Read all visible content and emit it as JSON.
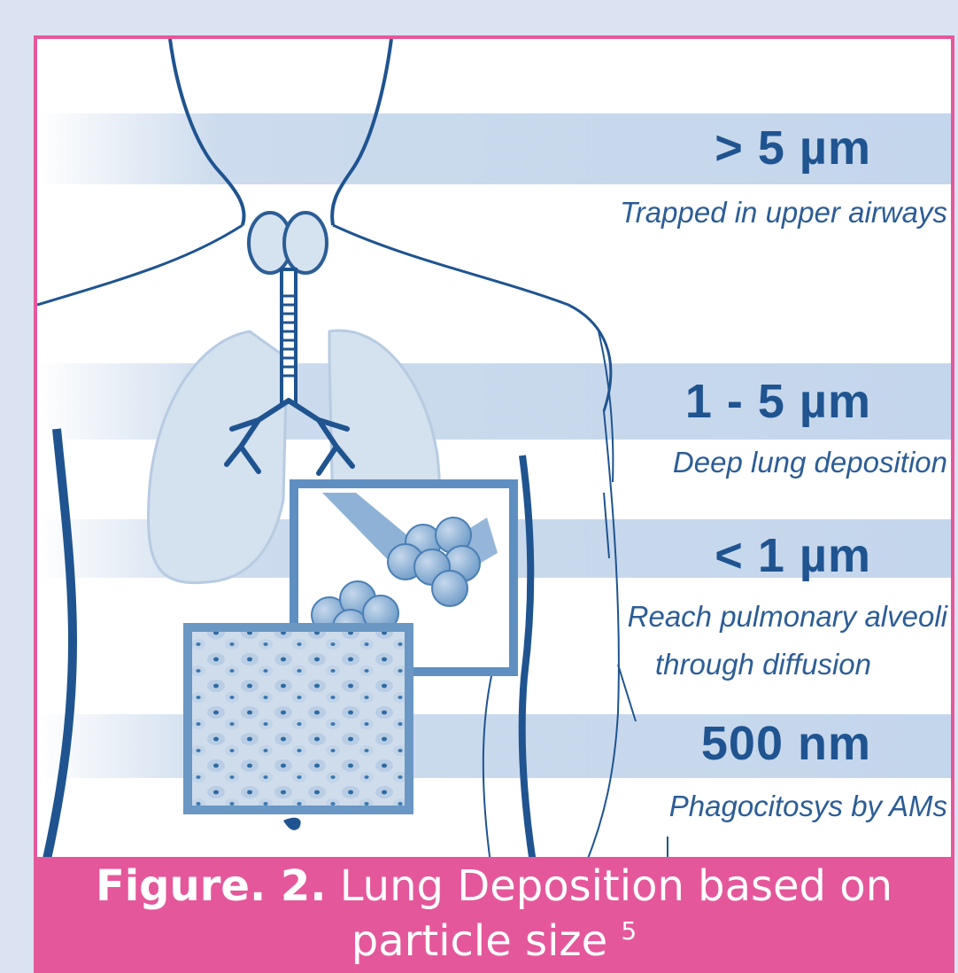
{
  "bands": [
    {
      "size": "> 5 µm",
      "description": [
        "Trapped in upper airways"
      ]
    },
    {
      "size": "1 - 5 µm",
      "description": [
        "Deep lung deposition"
      ]
    },
    {
      "size": "< 1 µm",
      "description": [
        "Reach pulmonary alveoli",
        "through diffusion"
      ]
    },
    {
      "size": "500 nm",
      "description": [
        "Phagocitosys by AMs"
      ]
    }
  ],
  "caption": {
    "label": "Figure. 2.",
    "text": "Lung Deposition based on particle size",
    "ref": "5"
  },
  "colors": {
    "background": "#dbe3f3",
    "accent": "#e5579b",
    "ink": "#1f5490",
    "band": "#c4d6ec"
  }
}
